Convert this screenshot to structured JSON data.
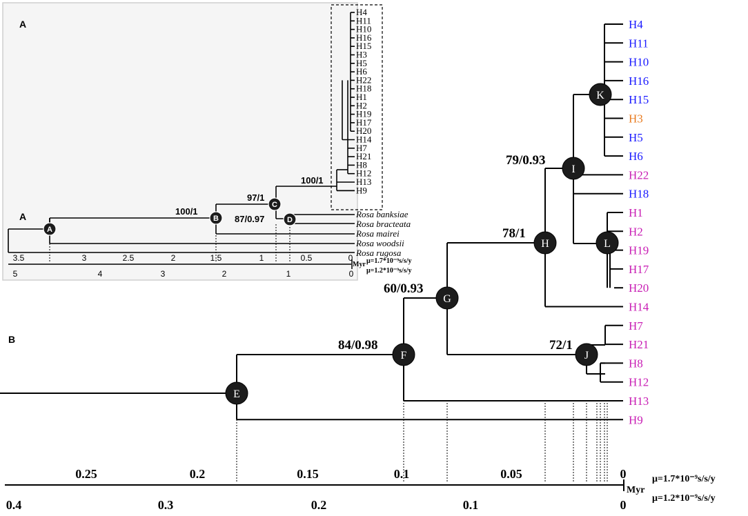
{
  "colors": {
    "blue": "#1a1aff",
    "orange": "#e87a1e",
    "magenta": "#c81eb4",
    "branch": "#000000",
    "inset_bg": "#f5f5f5",
    "node_fill": "#1c1c1c"
  },
  "panel_b": {
    "label": "B",
    "tips": [
      {
        "name": "H4",
        "color": "blue"
      },
      {
        "name": "H11",
        "color": "blue"
      },
      {
        "name": "H10",
        "color": "blue"
      },
      {
        "name": "H16",
        "color": "blue"
      },
      {
        "name": "H15",
        "color": "blue"
      },
      {
        "name": "H3",
        "color": "orange"
      },
      {
        "name": "H5",
        "color": "blue"
      },
      {
        "name": "H6",
        "color": "blue"
      },
      {
        "name": "H22",
        "color": "magenta"
      },
      {
        "name": "H18",
        "color": "blue"
      },
      {
        "name": "H1",
        "color": "magenta"
      },
      {
        "name": "H2",
        "color": "magenta"
      },
      {
        "name": "H19",
        "color": "magenta"
      },
      {
        "name": "H17",
        "color": "magenta"
      },
      {
        "name": "H20",
        "color": "magenta"
      },
      {
        "name": "H14",
        "color": "magenta"
      },
      {
        "name": "H7",
        "color": "magenta"
      },
      {
        "name": "H21",
        "color": "magenta"
      },
      {
        "name": "H8",
        "color": "magenta"
      },
      {
        "name": "H12",
        "color": "magenta"
      },
      {
        "name": "H13",
        "color": "magenta"
      },
      {
        "name": "H9",
        "color": "magenta"
      }
    ],
    "nodes": [
      {
        "id": "E",
        "support": ""
      },
      {
        "id": "F",
        "support": "84/0.98"
      },
      {
        "id": "G",
        "support": "60/0.93"
      },
      {
        "id": "H",
        "support": "78/1"
      },
      {
        "id": "I",
        "support": "79/0.93"
      },
      {
        "id": "J",
        "support": "72/1"
      },
      {
        "id": "K",
        "support": ""
      },
      {
        "id": "L",
        "support": ""
      }
    ],
    "axis_top": {
      "ticks": [
        "0.25",
        "0.2",
        "0.15",
        "0.1",
        "0.05",
        "0"
      ],
      "unit": "μ=1.7*10⁻⁹s/s/y"
    },
    "axis_bottom": {
      "ticks": [
        "0.4",
        "0.3",
        "0.2",
        "0.1",
        "0"
      ],
      "unit": "μ=1.2*10⁻⁹s/s/y"
    },
    "axis_myr": "Myr"
  },
  "panel_a": {
    "label": "A",
    "root_label": "A",
    "haplotypes": [
      "H4",
      "H11",
      "H10",
      "H16",
      "H15",
      "H3",
      "H5",
      "H6",
      "H22",
      "H18",
      "H1",
      "H2",
      "H19",
      "H17",
      "H20",
      "H14",
      "H7",
      "H21",
      "H8",
      "H12",
      "H13",
      "H9"
    ],
    "species": [
      "Rosa banksiae",
      "Rosa bracteata",
      "Rosa mairei",
      "Rosa woodsii",
      "Rosa rugosa"
    ],
    "nodes": [
      {
        "id": "A",
        "support": ""
      },
      {
        "id": "B",
        "support": "100/1"
      },
      {
        "id": "C",
        "support": "97/1"
      },
      {
        "id": "D",
        "support": "87/0.97"
      },
      {
        "id": "clade",
        "support": "100/1"
      }
    ],
    "axis_top": {
      "ticks": [
        "3.5",
        "3",
        "2.5",
        "2",
        "1.5",
        "1",
        "0.5",
        "0"
      ],
      "unit": "μ=1.7*10⁻⁹s/s/y"
    },
    "axis_bottom": {
      "ticks": [
        "5",
        "4",
        "3",
        "2",
        "1",
        "0"
      ],
      "unit": "μ=1.2*10⁻⁹s/s/y"
    },
    "axis_myr": "Myr"
  }
}
